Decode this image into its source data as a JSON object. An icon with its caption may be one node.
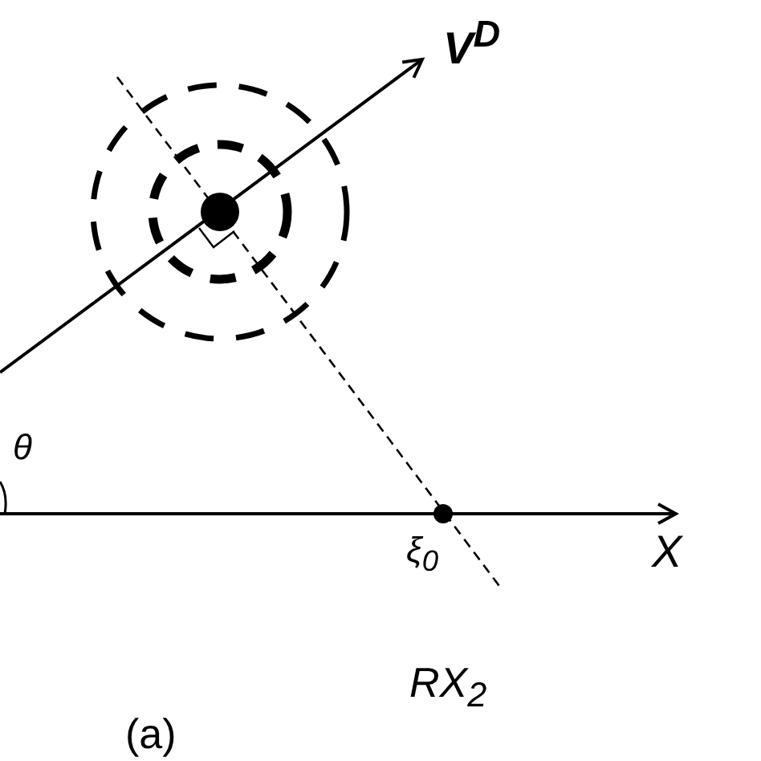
{
  "diagram": {
    "labels": [
      "V$^{D}$",
      "θ",
      "ξ$_{0}$",
      "X",
      "RX$_{2}$",
      "(a)"
    ]
  }
}
